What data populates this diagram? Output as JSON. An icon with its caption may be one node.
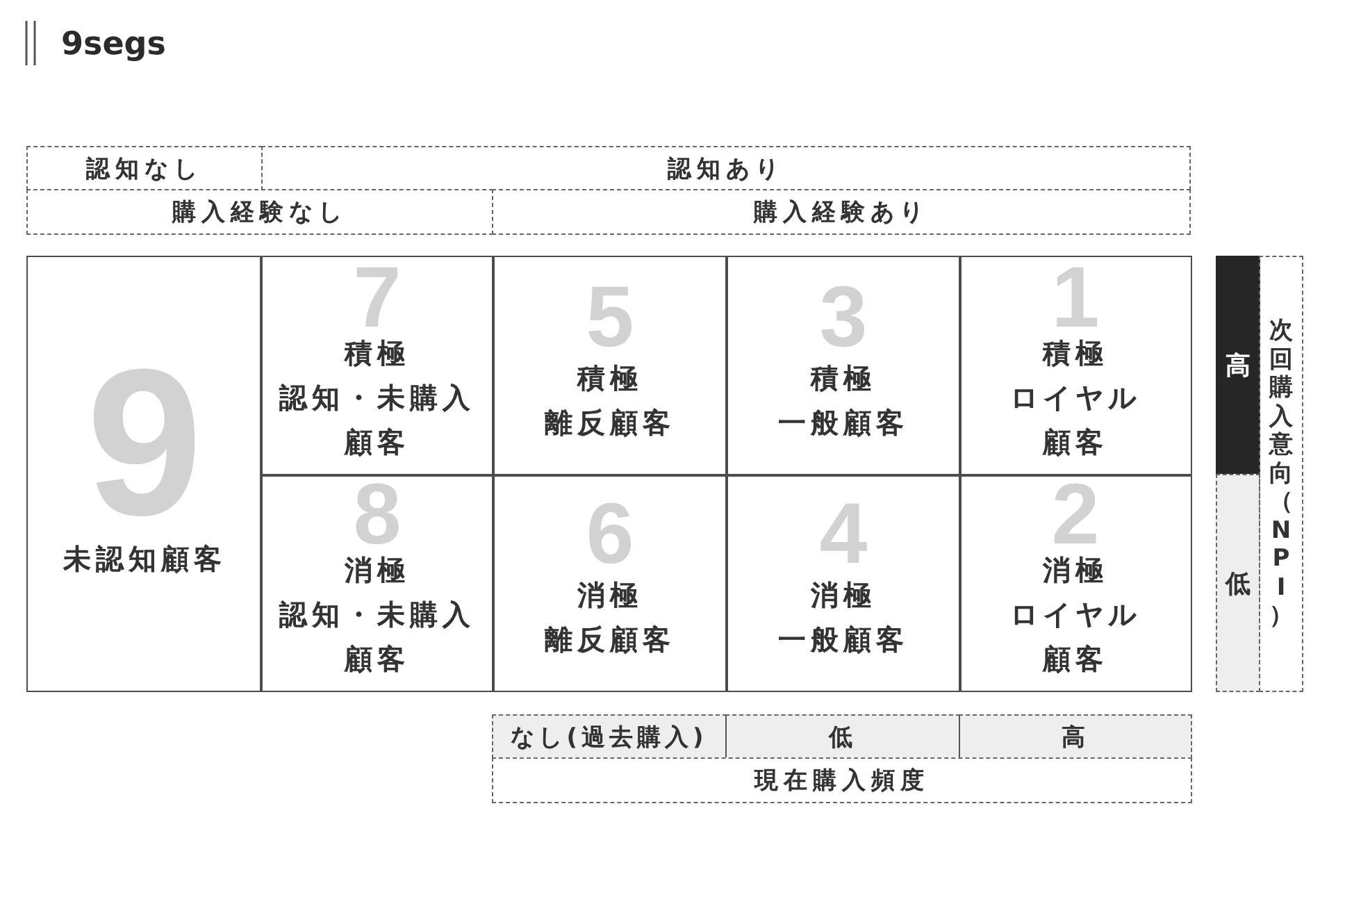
{
  "diagram": {
    "title": "9segs",
    "nodes": [
      {
        "text": [
          "認知なし"
        ]
      },
      {
        "text": [
          "認知あり"
        ]
      },
      {
        "text": [
          "購入経験なし"
        ]
      },
      {
        "text": [
          "購入経験あり"
        ]
      },
      {
        "text": [
          "9",
          "未認知顧客"
        ]
      },
      {
        "text": [
          "7",
          "積極",
          "認知・未購入顧客"
        ]
      },
      {
        "text": [
          "5",
          "積極",
          "離反顧客"
        ]
      },
      {
        "text": [
          "3",
          "積極",
          "一般顧客"
        ]
      },
      {
        "text": [
          "1",
          "積極",
          "ロイヤル顧客"
        ]
      },
      {
        "text": [
          "8",
          "消極",
          "認知・未購入顧客"
        ]
      },
      {
        "text": [
          "6",
          "消極",
          "離反顧客"
        ]
      },
      {
        "text": [
          "4",
          "消極",
          "一般顧客"
        ]
      },
      {
        "text": [
          "2",
          "消極",
          "ロイヤル顧客"
        ]
      },
      {
        "text": [
          "高"
        ]
      },
      {
        "text": [
          "低"
        ]
      },
      {
        "text": [
          "次回購入意向（NPI）"
        ]
      },
      {
        "text": [
          "なし(過去購入)"
        ]
      },
      {
        "text": [
          "低"
        ]
      },
      {
        "text": [
          "高"
        ]
      },
      {
        "text": [
          "現在購入頻度"
        ]
      }
    ]
  }
}
